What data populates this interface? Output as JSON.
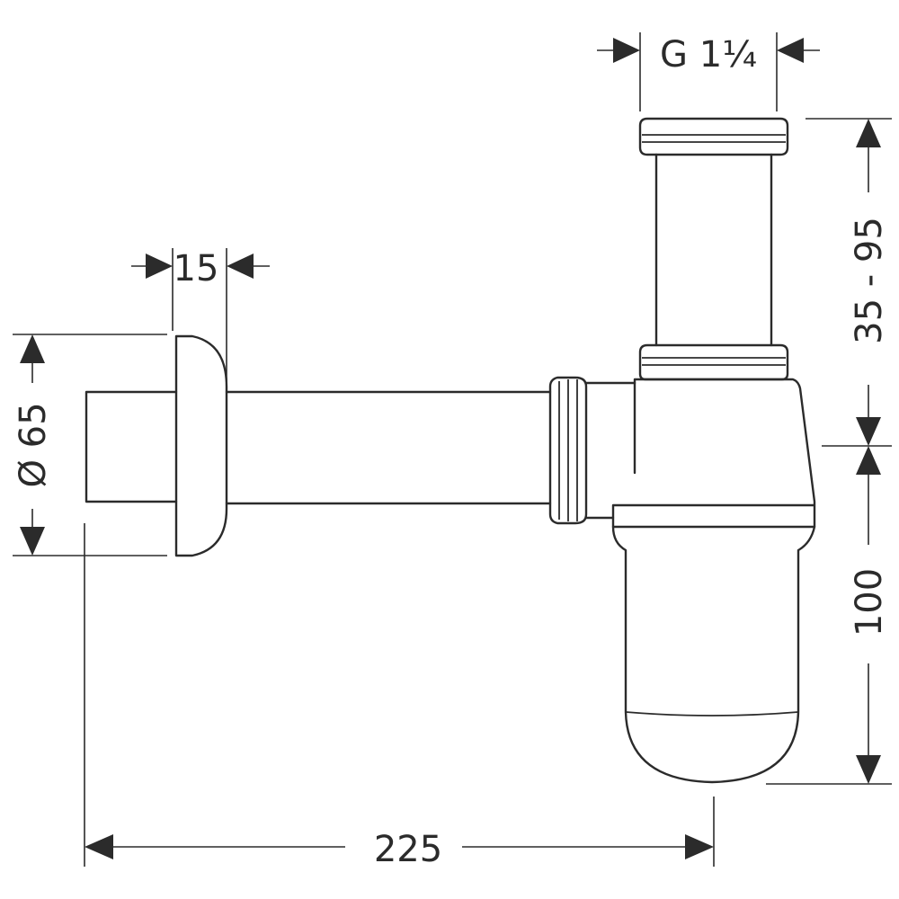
{
  "dimensions": {
    "thread_size": "G 1¼",
    "flange_thickness": "15",
    "rosette_diameter": "Ø 65",
    "height_adjust": "35 - 95",
    "trap_height": "100",
    "total_depth": "225"
  }
}
